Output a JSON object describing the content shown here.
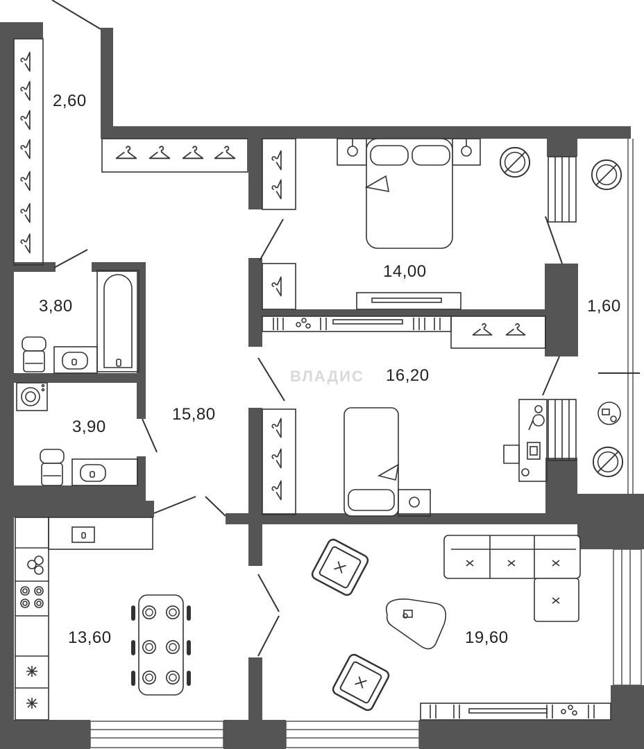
{
  "plan": {
    "colors": {
      "wall": "#555555",
      "line": "#333333",
      "background": "#ffffff"
    },
    "watermark": "ВЛАДИС",
    "rooms": [
      {
        "id": "wardrobe",
        "area": "2,60"
      },
      {
        "id": "bathroom-1",
        "area": "3,80"
      },
      {
        "id": "bathroom-2",
        "area": "3,90"
      },
      {
        "id": "hallway",
        "area": "15,80"
      },
      {
        "id": "bedroom-main",
        "area": "14,00"
      },
      {
        "id": "bedroom-second",
        "area": "16,20"
      },
      {
        "id": "balcony",
        "area": "1,60"
      },
      {
        "id": "kitchen",
        "area": "13,60"
      },
      {
        "id": "living-room",
        "area": "19,60"
      }
    ],
    "icons": [
      "hanger-icon",
      "bed-icon",
      "armchair-icon",
      "sofa-icon",
      "bathtub-icon",
      "sink-icon",
      "toilet-icon",
      "washing-machine-icon",
      "stove-icon",
      "dining-table-icon",
      "tv-unit-icon",
      "desk-icon",
      "coffee-table-icon",
      "radiator-icon"
    ]
  }
}
